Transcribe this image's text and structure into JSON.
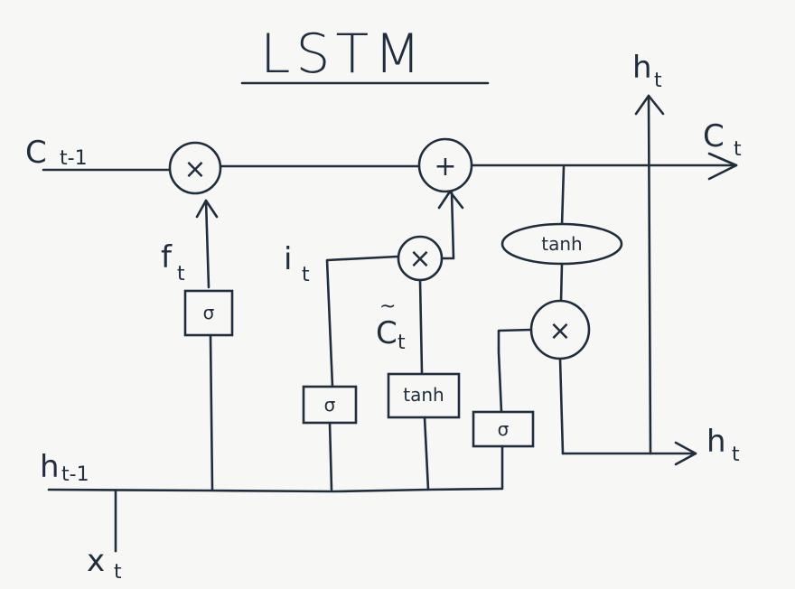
{
  "title": "LSTM",
  "labels": {
    "c_prev": "C",
    "c_prev_sub": "t-1",
    "c_out": "C",
    "c_out_sub": "t",
    "h_top": "h",
    "h_top_sub": "t",
    "h_right": "h",
    "h_right_sub": "t",
    "h_prev": "h",
    "h_prev_sub": "t-1",
    "x_in": "x",
    "x_in_sub": "t",
    "f_gate": "f",
    "f_gate_sub": "t",
    "i_gate": "i",
    "i_gate_sub": "t",
    "c_tilde": "C",
    "c_tilde_sub": "t",
    "tilde_mark": "~"
  },
  "ops": {
    "multiply": "×",
    "add": "+"
  },
  "boxes": {
    "sigma": "σ",
    "tanh": "tanh"
  },
  "ink_color": "#1f2d3d",
  "background": "#f7f7f5"
}
